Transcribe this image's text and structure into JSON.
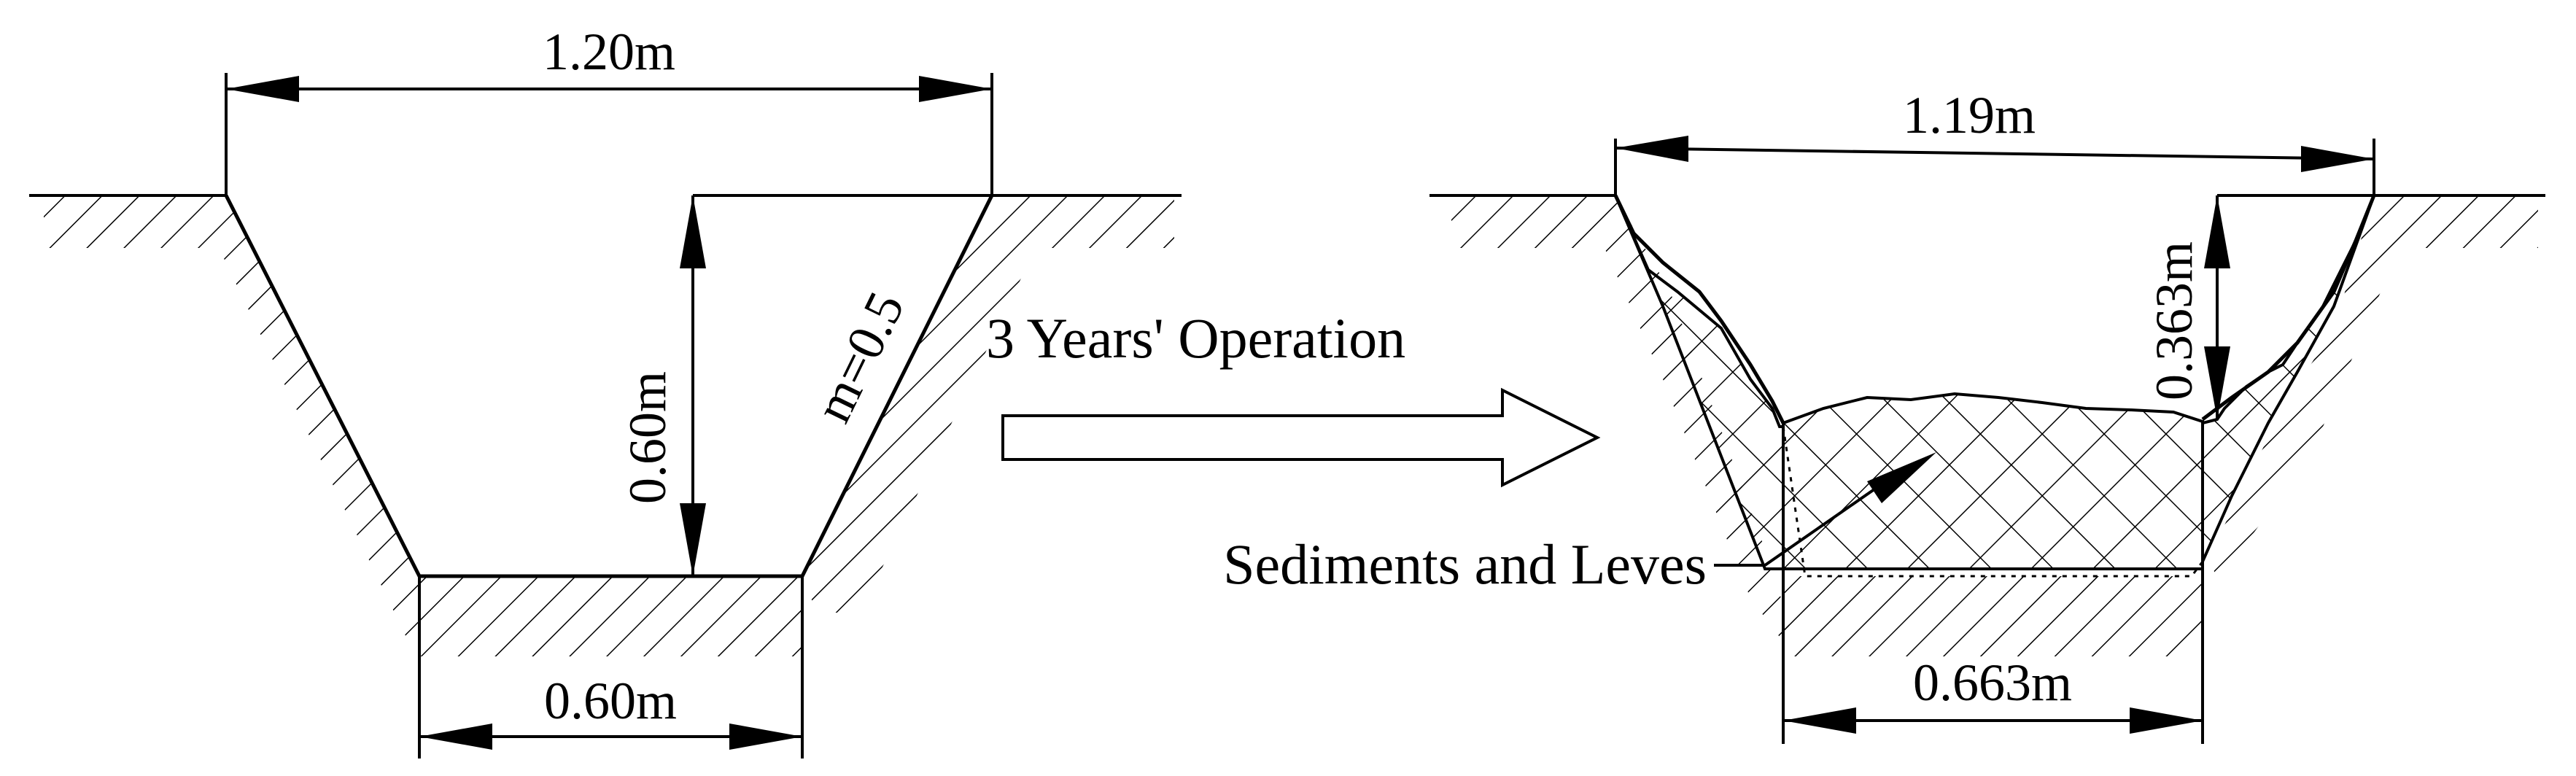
{
  "diagram": {
    "left_section": {
      "top_width": "1.20m",
      "depth": "0.60m",
      "bottom_width": "0.60m",
      "slope": "m=0.5"
    },
    "transition": {
      "label": "3 Years' Operation"
    },
    "right_section": {
      "top_width": "1.19m",
      "depth": "0.363m",
      "bottom_width": "0.663m",
      "annotation": "Sediments and Leves"
    },
    "colors": {
      "ink": "#000000",
      "background": "#ffffff"
    }
  }
}
